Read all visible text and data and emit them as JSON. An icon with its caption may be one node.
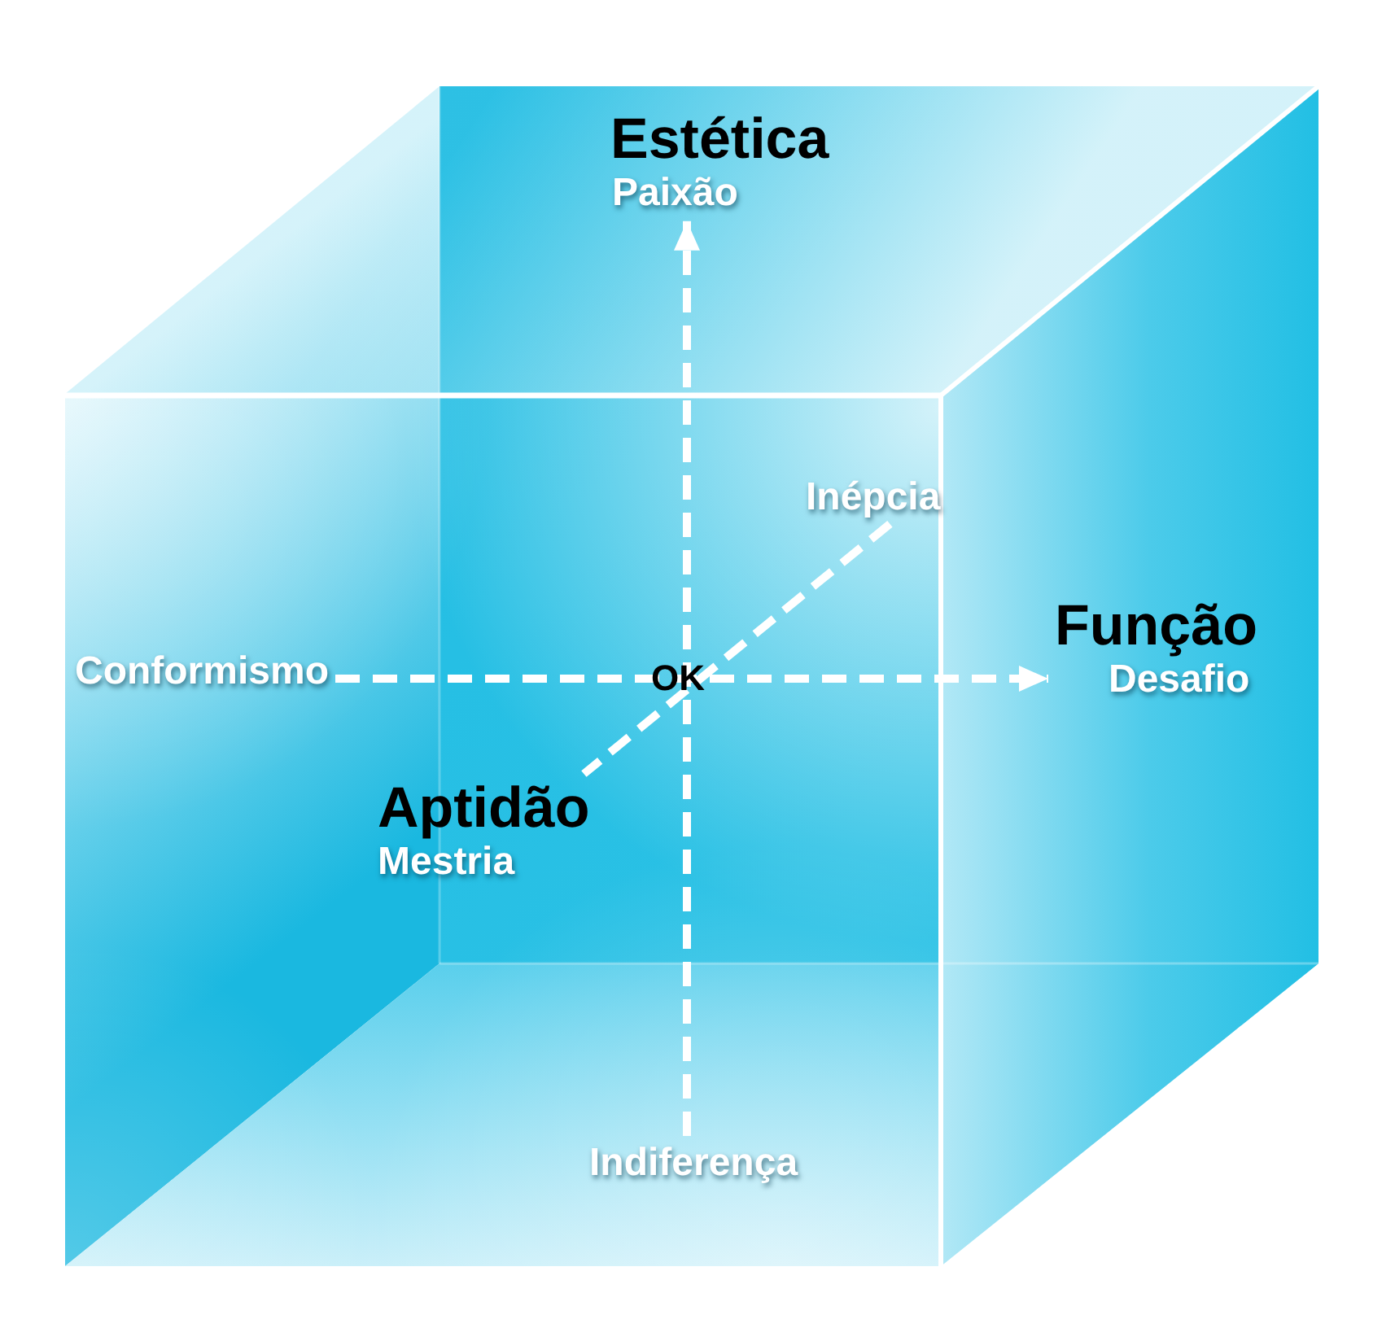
{
  "diagram": {
    "nodes": [
      {
        "text": [
          "Estética",
          "Paixão"
        ]
      },
      {
        "text": [
          "Inépcia"
        ]
      },
      {
        "text": [
          "Conformismo"
        ]
      },
      {
        "text": [
          "Função",
          "Desafio"
        ]
      },
      {
        "text": [
          "Aptidão",
          "Mestria"
        ]
      },
      {
        "text": [
          "Indiferença"
        ]
      }
    ],
    "edges": [
      {
        "from": 5,
        "to": 0,
        "arrow": "to",
        "style": "dashed"
      },
      {
        "from": 2,
        "to": 3,
        "arrow": "to",
        "style": "dashed"
      },
      {
        "from": 1,
        "to": 4,
        "arrow": "none",
        "style": "dashed"
      }
    ],
    "labels": [
      "OK"
    ]
  }
}
